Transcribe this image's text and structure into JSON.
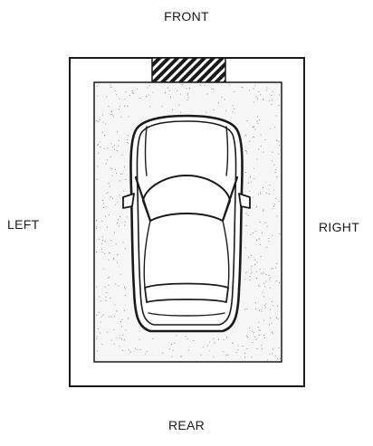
{
  "labels": {
    "front": "FRONT",
    "rear": "REAR",
    "left": "LEFT",
    "right": "RIGHT"
  },
  "colors": {
    "ink": "#1a1a1a",
    "fill": "#f6f6f6",
    "speckle": "#9a9a9a"
  }
}
